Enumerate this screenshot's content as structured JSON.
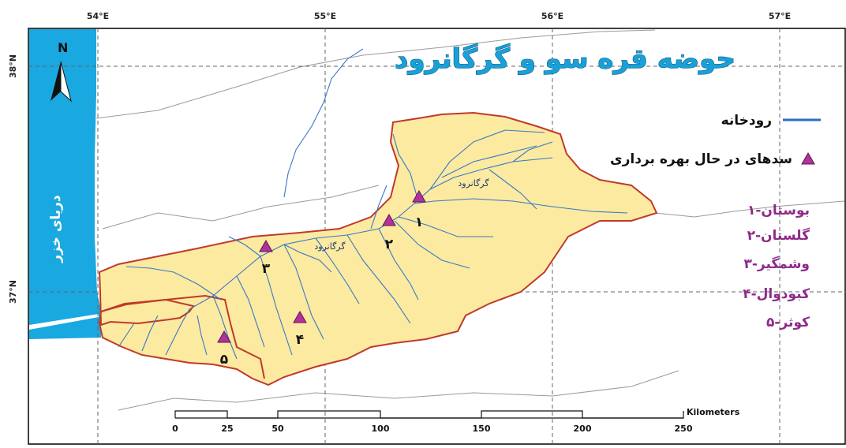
{
  "title": "حوضه قره سو و گرگانرود",
  "axes": {
    "top_ticks": [
      "54°E",
      "55°E",
      "56°E",
      "57°E"
    ],
    "left_ticks": [
      "38°N",
      "37°N"
    ]
  },
  "sea_label": "دریای خزر",
  "north_label": "N",
  "legend": {
    "river": "رودخانه",
    "dams": "سدهای در حال بهره برداری"
  },
  "dam_list": [
    "۱-بوستان",
    "۲-گلستان",
    "۳-وشمگیر",
    "۴-کبودوال",
    "۵-کوثر"
  ],
  "dam_numbers": [
    "۱",
    "۲",
    "۳",
    "۴",
    "۵"
  ],
  "river_labels": [
    "گرگانرود",
    "گرگانرود"
  ],
  "scale_bar": {
    "ticks": [
      "0",
      "25",
      "50",
      "100",
      "150",
      "200",
      "250"
    ],
    "unit": "Kilometers"
  },
  "colors": {
    "sea": "#1aa8e0",
    "basin_fill": "#fbeaa0",
    "basin_border": "#c0392b",
    "river": "#3a78c8",
    "dam_marker": "#b5309a",
    "title": "#1aa0d8"
  }
}
